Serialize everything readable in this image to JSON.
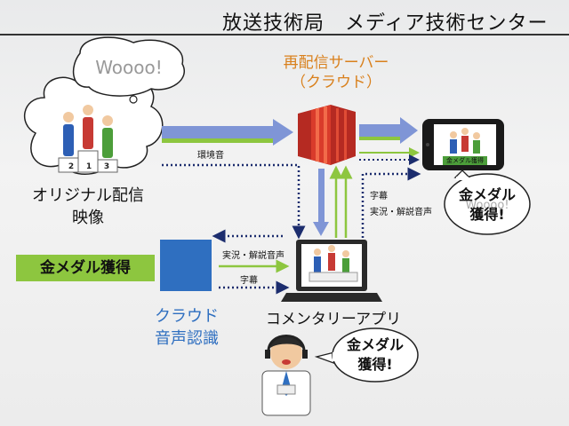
{
  "header": {
    "title": "放送技術局　メディア技術センター"
  },
  "server": {
    "line1": "再配信サーバー",
    "line2": "（クラウド）"
  },
  "source": {
    "bubble": "Woooo!",
    "caption_line1": "オリジナル配信",
    "caption_line2": "映像"
  },
  "labels": {
    "ambient": "環境音",
    "subtitles_top": "字幕",
    "commentary_audio_top": "実況・解説音声",
    "commentary_audio_mid": "実況・解説音声",
    "subtitles_mid": "字幕"
  },
  "viewer": {
    "screen_caption": "金メダル獲得",
    "bubble_line1": "金メダル",
    "bubble_line2": "獲得!",
    "background_text": "Woooo!"
  },
  "recognition": {
    "result_label": "金メダル獲得",
    "caption_line1": "クラウド",
    "caption_line2": "音声認識"
  },
  "app": {
    "caption": "コメンタリーアプリ"
  },
  "announcer": {
    "bubble_line1": "金メダル",
    "bubble_line2": "獲得!"
  },
  "podium_numbers": [
    "2",
    "1",
    "3"
  ],
  "colors": {
    "server_red": "#d93b2b",
    "server_title": "#d9801c",
    "arrow_blue": "#7f95d6",
    "arrow_green": "#8dc63f",
    "arrow_dotted": "#1c2d6e",
    "stt_blue": "#2f6fc0",
    "label_green": "#8dc63f"
  }
}
